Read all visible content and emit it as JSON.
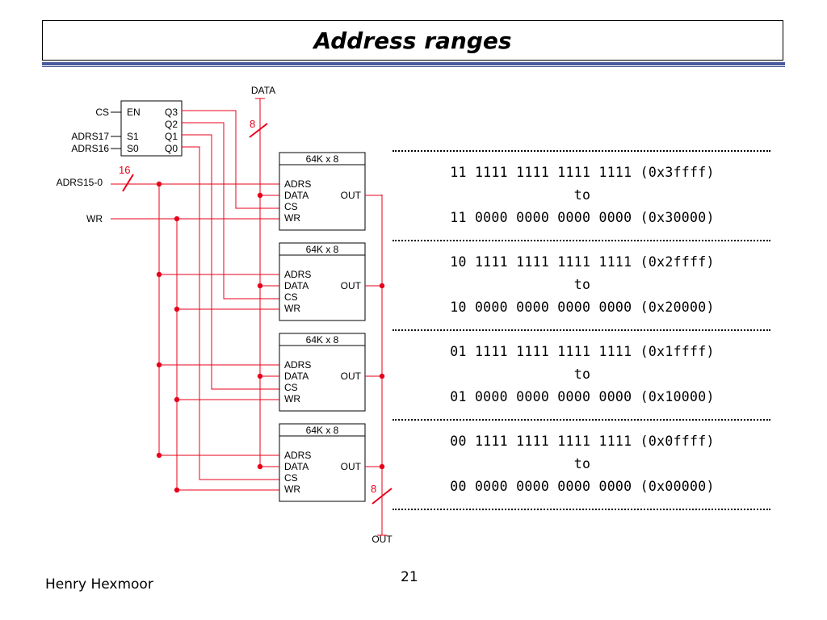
{
  "slide": {
    "title": "Address ranges",
    "author": "Henry Hexmoor",
    "page_number": "21"
  },
  "diagram": {
    "decoder": {
      "enable": "EN",
      "inputs": [
        "S1",
        "S0"
      ],
      "outputs": [
        "Q3",
        "Q2",
        "Q1",
        "Q0"
      ]
    },
    "signals": {
      "cs": "CS",
      "adrs17": "ADRS17",
      "adrs16": "ADRS16",
      "adrs_low": "ADRS15-0",
      "wr": "WR",
      "data": "DATA",
      "out": "OUT"
    },
    "bus_widths": {
      "address": "16",
      "data": "8",
      "out": "8"
    },
    "chip": {
      "label": "64K x 8",
      "pins": [
        "ADRS",
        "DATA",
        "CS",
        "WR"
      ],
      "out_pin": "OUT",
      "count": 4
    },
    "wire_color": "#e8001a"
  },
  "ranges": [
    {
      "high": "11 1111 1111 1111 1111 (0x3ffff)",
      "sep": "to",
      "low": "11 0000 0000 0000 0000 (0x30000)"
    },
    {
      "high": "10 1111 1111 1111 1111 (0x2ffff)",
      "sep": "to",
      "low": "10 0000 0000 0000 0000 (0x20000)"
    },
    {
      "high": "01 1111 1111 1111 1111 (0x1ffff)",
      "sep": "to",
      "low": "01 0000 0000 0000 0000 (0x10000)"
    },
    {
      "high": "00 1111 1111 1111 1111 (0x0ffff)",
      "sep": "to",
      "low": "00 0000 0000 0000 0000 (0x00000)"
    }
  ]
}
